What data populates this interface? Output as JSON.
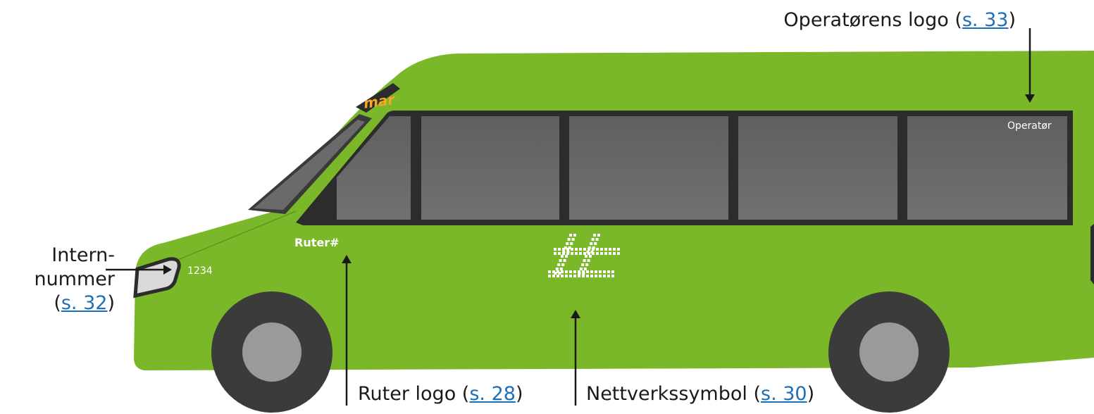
{
  "bus": {
    "destination_sign": "mar",
    "internal_number": "1234",
    "ruter_logo_text": "Ruter#",
    "operator_logo_text": "Operatør",
    "network_symbol": "#"
  },
  "callouts": {
    "operator": {
      "label": "Operatørens logo (",
      "page": "s. 33",
      "suffix": ")"
    },
    "internal_number": {
      "line1": "Intern-",
      "line2": "nummer",
      "open": "(",
      "page": "s. 32",
      "close": ")"
    },
    "ruter_logo": {
      "label": "Ruter logo (",
      "page": "s. 28",
      "suffix": ")"
    },
    "network_symbol": {
      "label": "Nettverkssymbol (",
      "page": "s. 30",
      "suffix": ")"
    }
  },
  "colors": {
    "bus_green": "#7ab829",
    "window_gray": "#676767",
    "frame": "#2c2c2c",
    "tire": "#3b3b3b",
    "hub": "#9a9a9a",
    "link": "#1d6fb8"
  }
}
